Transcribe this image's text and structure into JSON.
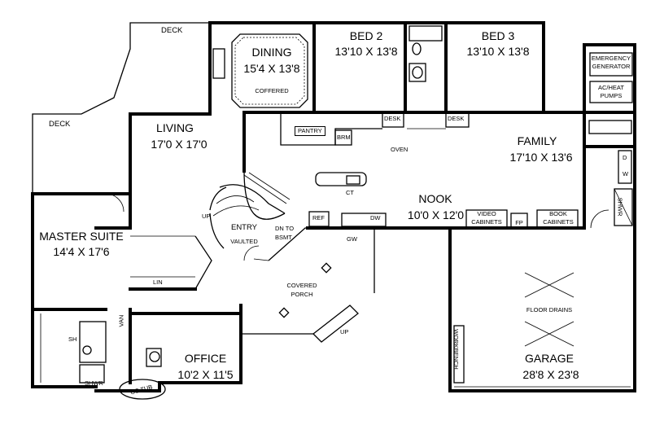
{
  "rooms": {
    "dining": {
      "name": "DINING",
      "size": "15'4 X 13'8",
      "note": "COFFERED"
    },
    "bed2": {
      "name": "BED 2",
      "size": "13'10 X 13'8"
    },
    "bed3": {
      "name": "BED 3",
      "size": "13'10 X 13'8"
    },
    "living": {
      "name": "LIVING",
      "size": "17'0 X 17'0"
    },
    "family": {
      "name": "FAMILY",
      "size": "17'10 X 13'6"
    },
    "master": {
      "name": "MASTER SUITE",
      "size": "14'4 X 17'6"
    },
    "nook": {
      "name": "NOOK",
      "size": "10'0 X 12'0"
    },
    "office": {
      "name": "OFFICE",
      "size": "10'2 X 11'5"
    },
    "garage": {
      "name": "GARAGE",
      "size": "28'8 X 23'8"
    }
  },
  "labels": {
    "deck_top": "DECK",
    "deck_left": "DECK",
    "pantry": "PANTRY",
    "broom": "BRM",
    "desk_kitchen": "DESK",
    "desk_family": "DESK",
    "oven": "OVEN",
    "ct": "CT",
    "ref": "REF",
    "dw": "DW",
    "gw": "GW",
    "up_stair": "UP",
    "entry": "ENTRY",
    "vaulted": "VAULTED",
    "dn_to": "DN TO",
    "bsmt": "BSMT",
    "lin": "LIN",
    "van": "VAN",
    "sh": "SH",
    "shwr": "SHWR",
    "os_tub": "OS TUB",
    "covered": "COVERED",
    "porch": "PORCH",
    "porch_up": "UP",
    "video": "VIDEO",
    "cabinets": "CABINETS",
    "fp": "FP",
    "book": "BOOK",
    "book_cabinets": "CABINETS",
    "floor_drains": "FLOOR DRAINS",
    "workbench": "WORKBENCH",
    "emergency": "EMERGENCY",
    "generator": "GENERATOR",
    "acheat": "AC/HEAT",
    "pumps": "PUMPS",
    "d": "D",
    "w": "W",
    "shwr_right": "SHWR"
  }
}
